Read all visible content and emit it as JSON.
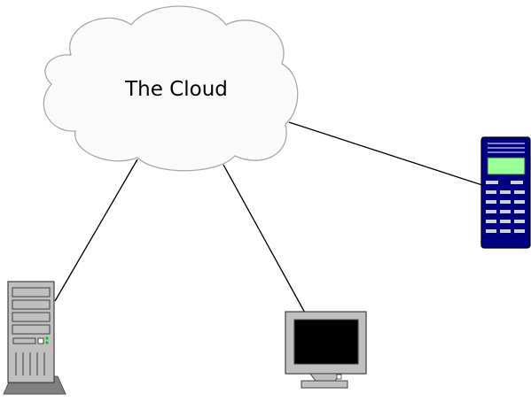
{
  "cloud": {
    "label": "The Cloud"
  },
  "nodes": [
    {
      "name": "server",
      "icon": "server-tower-icon"
    },
    {
      "name": "monitor",
      "icon": "monitor-icon"
    },
    {
      "name": "mobile-phone",
      "icon": "mobile-phone-icon"
    }
  ],
  "connections": [
    {
      "from": "cloud",
      "to": "server"
    },
    {
      "from": "cloud",
      "to": "monitor"
    },
    {
      "from": "cloud",
      "to": "mobile-phone"
    }
  ],
  "colors": {
    "cloud_fill": "#fafafa",
    "cloud_stroke": "#a8a8a8",
    "line": "#000000",
    "device_gray": "#c0c0c0",
    "device_dark_gray": "#808080",
    "phone_body": "#000080",
    "phone_screen": "#99ff99",
    "screen_black": "#000000"
  }
}
